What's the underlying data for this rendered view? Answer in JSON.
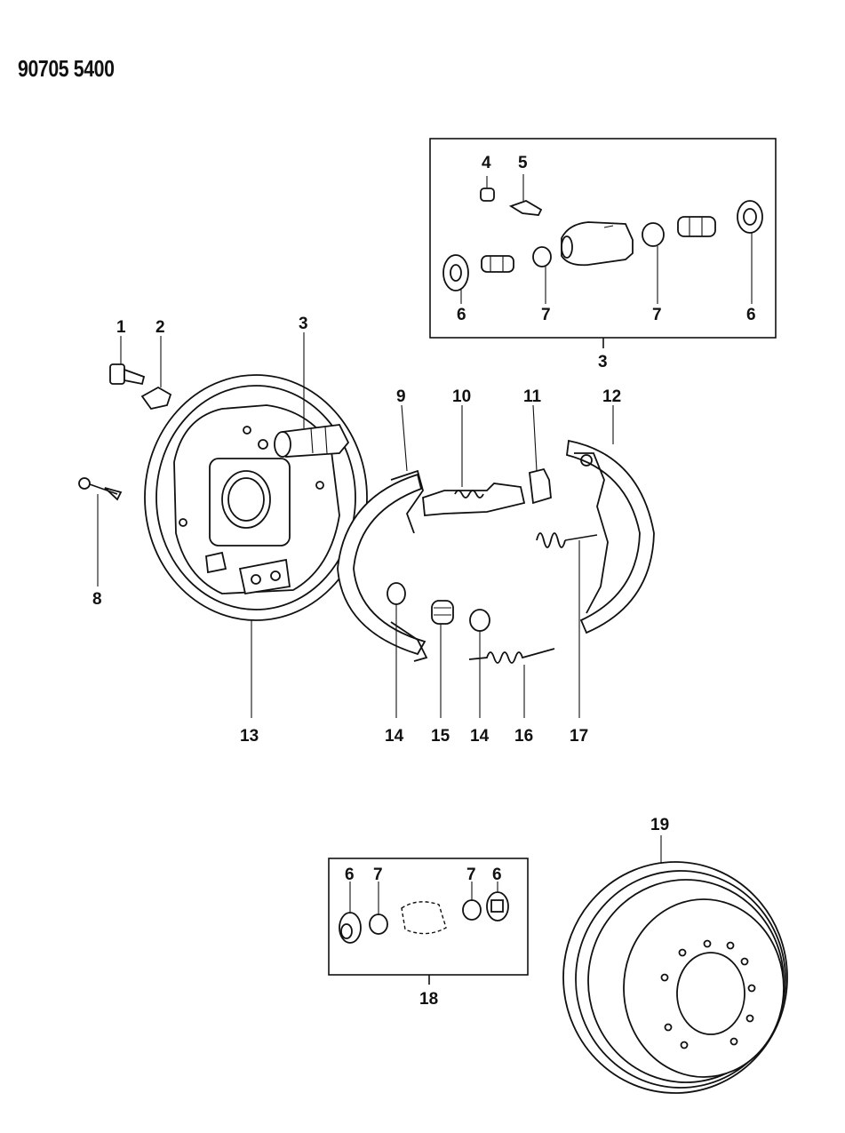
{
  "document_id": "90705 5400",
  "callouts": {
    "c1": "1",
    "c2": "2",
    "c3": "3",
    "c3_kit": "3",
    "c4": "4",
    "c5": "5",
    "c6_a": "6",
    "c6_b": "6",
    "c6_c": "6",
    "c6_d": "6",
    "c7_a": "7",
    "c7_b": "7",
    "c7_c": "7",
    "c7_d": "7",
    "c8": "8",
    "c9": "9",
    "c10": "10",
    "c11": "11",
    "c12": "12",
    "c13": "13",
    "c14_a": "14",
    "c14_b": "14",
    "c15": "15",
    "c16": "16",
    "c17": "17",
    "c18": "18",
    "c19": "19"
  }
}
